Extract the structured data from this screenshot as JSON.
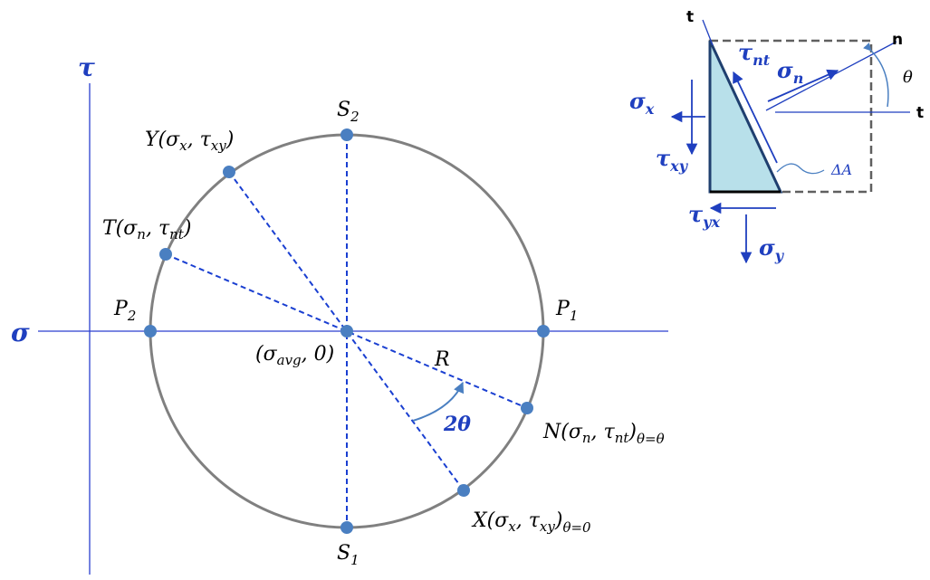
{
  "colors": {
    "axis": "#2a3fcf",
    "circle": "#808080",
    "point": "#4a7fc1",
    "dashed": "#1a3fd1",
    "label_blue": "#1f3fbf",
    "element_fill": "#b8e0ea",
    "element_box": "#606060"
  },
  "mohr": {
    "axis_tau": "τ",
    "axis_sigma": "σ",
    "s2": {
      "base": "S",
      "sub": "2"
    },
    "s1": {
      "base": "S",
      "sub": "1"
    },
    "p1": {
      "base": "P",
      "sub": "1"
    },
    "p2": {
      "base": "P",
      "sub": "2"
    },
    "y_point": {
      "pre": "Y(",
      "a": "σ",
      "a_sub": "x",
      "mid": ", ",
      "b": "τ",
      "b_sub": "xy",
      "post": ")"
    },
    "t_point": {
      "pre": "T(",
      "a": "σ",
      "a_sub": "n",
      "mid": ", ",
      "b": "τ",
      "b_sub": "nt",
      "post": ")"
    },
    "center": {
      "pre": "(",
      "a": "σ",
      "a_sub": "avg",
      "post": ", 0)"
    },
    "radius": "R",
    "angle": "2θ",
    "n_point": {
      "pre": "N(",
      "a": "σ",
      "a_sub": "n",
      "mid": ", ",
      "b": "τ",
      "b_sub": "nt",
      "post": ")",
      "cond": "θ=θ"
    },
    "x_point": {
      "pre": "X(",
      "a": "σ",
      "a_sub": "x",
      "mid": ", ",
      "b": "τ",
      "b_sub": "xy",
      "post": ")",
      "cond": "θ=0"
    }
  },
  "element": {
    "t_top": "t",
    "t_right": "t",
    "n": "n",
    "theta": "θ",
    "tau_nt": {
      "base": "τ",
      "sub": "nt"
    },
    "sigma_n": {
      "base": "σ",
      "sub": "n"
    },
    "sigma_x": {
      "base": "σ",
      "sub": "x"
    },
    "tau_xy": {
      "base": "τ",
      "sub": "xy"
    },
    "tau_yx": {
      "base": "τ",
      "sub": "yx"
    },
    "sigma_y": {
      "base": "σ",
      "sub": "y"
    },
    "delta_a": "ΔA"
  }
}
